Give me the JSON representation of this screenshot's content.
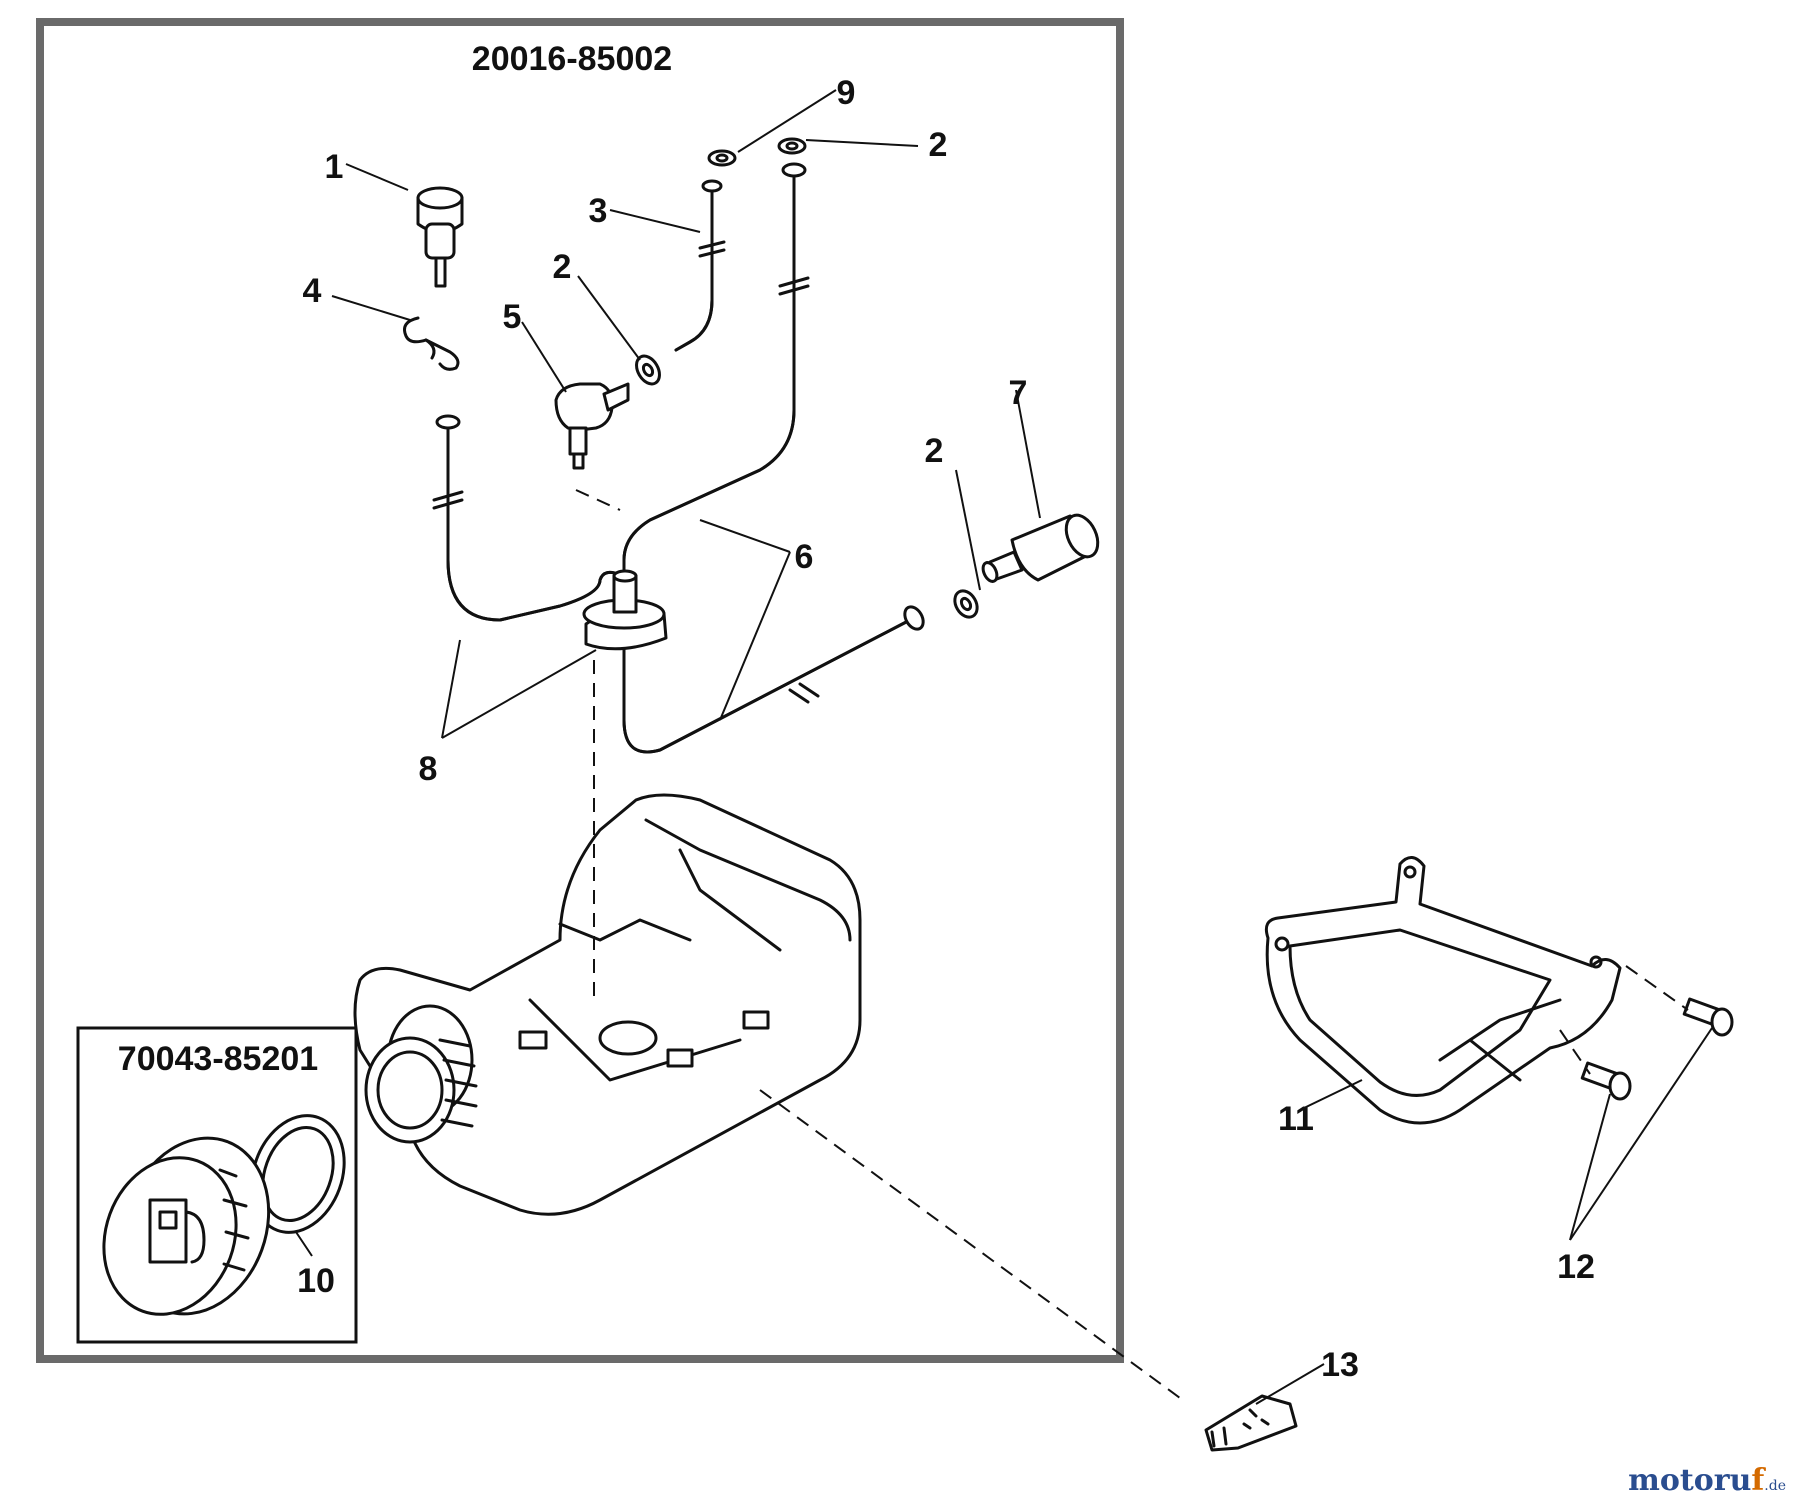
{
  "assemblies": {
    "main": "20016-85002",
    "cap": "70043-85201"
  },
  "callouts": {
    "c1": "1",
    "c2a": "2",
    "c2b": "2",
    "c2c": "2",
    "c3": "3",
    "c4": "4",
    "c5": "5",
    "c6": "6",
    "c7": "7",
    "c8": "8",
    "c9": "9",
    "c10": "10",
    "c11": "11",
    "c12": "12",
    "c13": "13"
  },
  "parts": [
    {
      "callout": "1",
      "icon": "tank-vent-icon"
    },
    {
      "callout": "2",
      "icon": "washer-icon"
    },
    {
      "callout": "3",
      "icon": "return-tube-icon"
    },
    {
      "callout": "4",
      "icon": "spring-clip-icon"
    },
    {
      "callout": "5",
      "icon": "elbow-fitting-icon"
    },
    {
      "callout": "6",
      "icon": "fuel-tube-icon"
    },
    {
      "callout": "7",
      "icon": "fuel-filter-icon"
    },
    {
      "callout": "8",
      "icon": "grommet-tube-icon"
    },
    {
      "callout": "9",
      "icon": "washer-icon"
    },
    {
      "callout": "10",
      "icon": "cap-gasket-icon"
    },
    {
      "callout": "11",
      "icon": "tank-bracket-icon"
    },
    {
      "callout": "12",
      "icon": "bolt-icon"
    },
    {
      "callout": "13",
      "icon": "rubber-mount-icon"
    }
  ],
  "watermark": {
    "main": "motoru",
    "accent": "f",
    "suffix": ".de"
  },
  "colors": {
    "line": "#111111",
    "frame_hatch": "#6a6a6a",
    "watermark_blue": "#2a4d8f",
    "watermark_orange": "#d46a00"
  }
}
